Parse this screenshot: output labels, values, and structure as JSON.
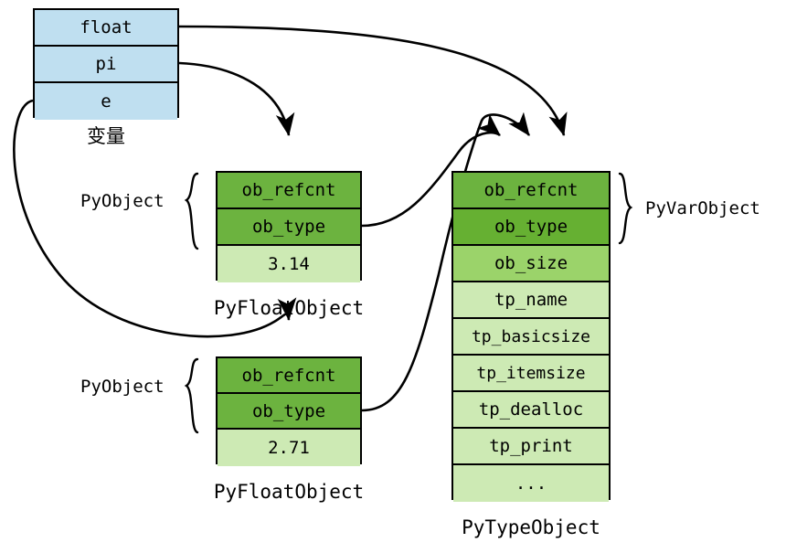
{
  "diagram": {
    "title": "CPython object model diagram",
    "colors": {
      "variable_fill": "#bfdff0",
      "header_fill": "#6cb33f",
      "header_fill_dark": "#66b032",
      "mid_fill": "#9bd36a",
      "body_fill": "#cdeab4",
      "stroke": "#000000",
      "background": "#ffffff"
    }
  },
  "variables_block": {
    "caption": "变量",
    "rows": [
      {
        "label": "float"
      },
      {
        "label": "pi"
      },
      {
        "label": "e"
      }
    ]
  },
  "float_object_1": {
    "caption": "PyFloatObject",
    "brace_label": "PyObject",
    "rows": [
      {
        "label": "ob_refcnt",
        "tone": "header"
      },
      {
        "label": "ob_type",
        "tone": "header"
      },
      {
        "label": "3.14",
        "tone": "body"
      }
    ]
  },
  "float_object_2": {
    "caption": "PyFloatObject",
    "brace_label": "PyObject",
    "rows": [
      {
        "label": "ob_refcnt",
        "tone": "header"
      },
      {
        "label": "ob_type",
        "tone": "header"
      },
      {
        "label": "2.71",
        "tone": "body"
      }
    ]
  },
  "type_object": {
    "caption": "PyTypeObject",
    "brace_label": "PyVarObject",
    "rows": [
      {
        "label": "ob_refcnt",
        "tone": "header"
      },
      {
        "label": "ob_type",
        "tone": "header"
      },
      {
        "label": "ob_size",
        "tone": "mid"
      },
      {
        "label": "tp_name",
        "tone": "body"
      },
      {
        "label": "tp_basicsize",
        "tone": "body"
      },
      {
        "label": "tp_itemsize",
        "tone": "body"
      },
      {
        "label": "tp_dealloc",
        "tone": "body"
      },
      {
        "label": "tp_print",
        "tone": "body"
      },
      {
        "label": "...",
        "tone": "body"
      }
    ]
  },
  "arrows": [
    {
      "name": "float-to-typeobject",
      "from": "variables.float",
      "to": "type_object.ob_refcnt"
    },
    {
      "name": "pi-to-floatobject1",
      "from": "variables.pi",
      "to": "float_object_1.ob_refcnt"
    },
    {
      "name": "e-to-floatobject2",
      "from": "variables.e",
      "to": "float_object_2.ob_refcnt"
    },
    {
      "name": "floatobject1-obtype-to-typeobject",
      "from": "float_object_1.ob_type",
      "to": "type_object.ob_refcnt"
    },
    {
      "name": "floatobject2-obtype-to-typeobject",
      "from": "float_object_2.ob_type",
      "to": "type_object.ob_refcnt"
    }
  ]
}
